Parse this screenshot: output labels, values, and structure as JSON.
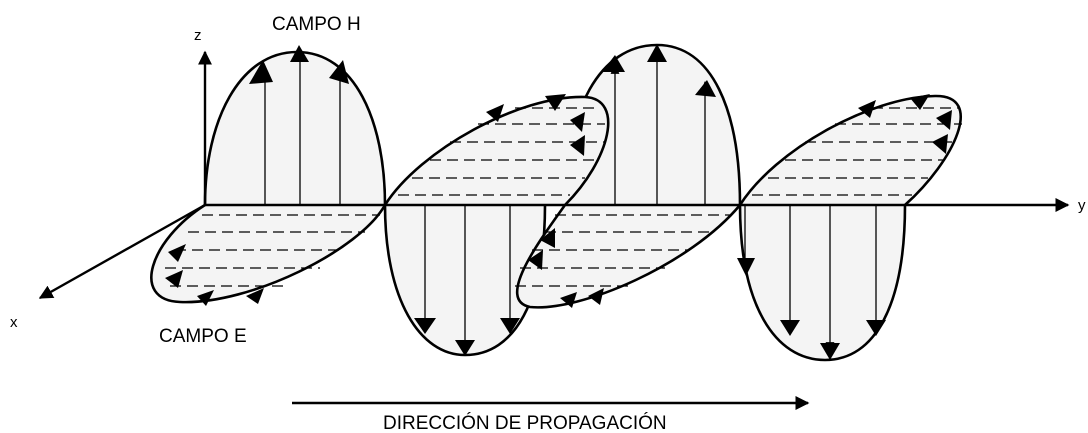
{
  "labels": {
    "z_axis": "z",
    "y_axis": "y",
    "x_axis": "x",
    "h_field": "CAMPO H",
    "e_field": "CAMPO E",
    "direction": "DIRECCIÓN DE PROPAGACIÓN"
  },
  "colors": {
    "stroke": "#000000",
    "loop_fill": "#f4f4f4",
    "background": "#ffffff"
  }
}
